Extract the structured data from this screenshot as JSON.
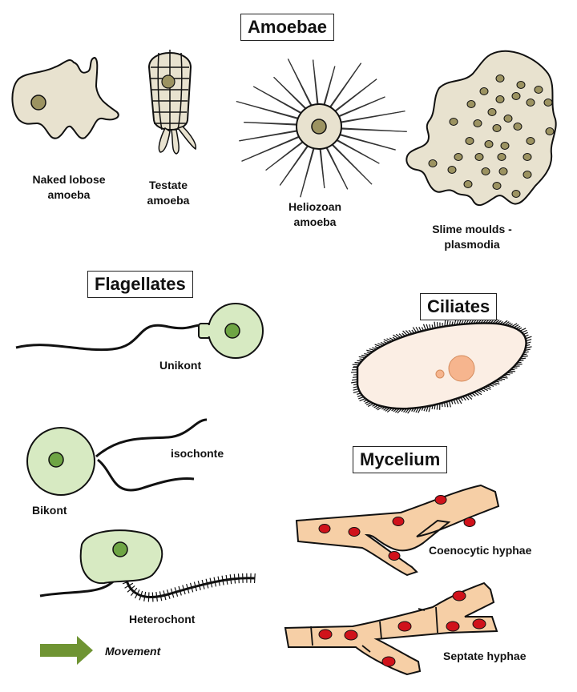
{
  "sections": {
    "amoebae": "Amoebae",
    "flagellates": "Flagellates",
    "ciliates": "Ciliates",
    "mycelium": "Mycelium"
  },
  "labels": {
    "naked_lobose_1": "Naked lobose",
    "naked_lobose_2": "amoeba",
    "testate_1": "Testate",
    "testate_2": "amoeba",
    "heliozoan_1": "Heliozoan",
    "heliozoan_2": "amoeba",
    "slime_1": "Slime moulds -",
    "slime_2": "plasmodia",
    "unikont": "Unikont",
    "isochonte": "isochonte",
    "bikont": "Bikont",
    "heterochont": "Heterochont",
    "movement": "Movement",
    "coenocytic": "Coenocytic hyphae",
    "septate": "Septate hyphae"
  },
  "colors": {
    "amoeba_fill": "#e8e2cf",
    "amoeba_nucleus": "#9c9361",
    "flagellate_fill": "#d7eac2",
    "flagellate_nucleus": "#6ea544",
    "ciliate_fill": "#fbeee4",
    "ciliate_nucleus": "#f6b58e",
    "hypha_fill": "#f6cfa6",
    "hypha_nucleus": "#d0121b",
    "arrow": "#6f9433"
  }
}
